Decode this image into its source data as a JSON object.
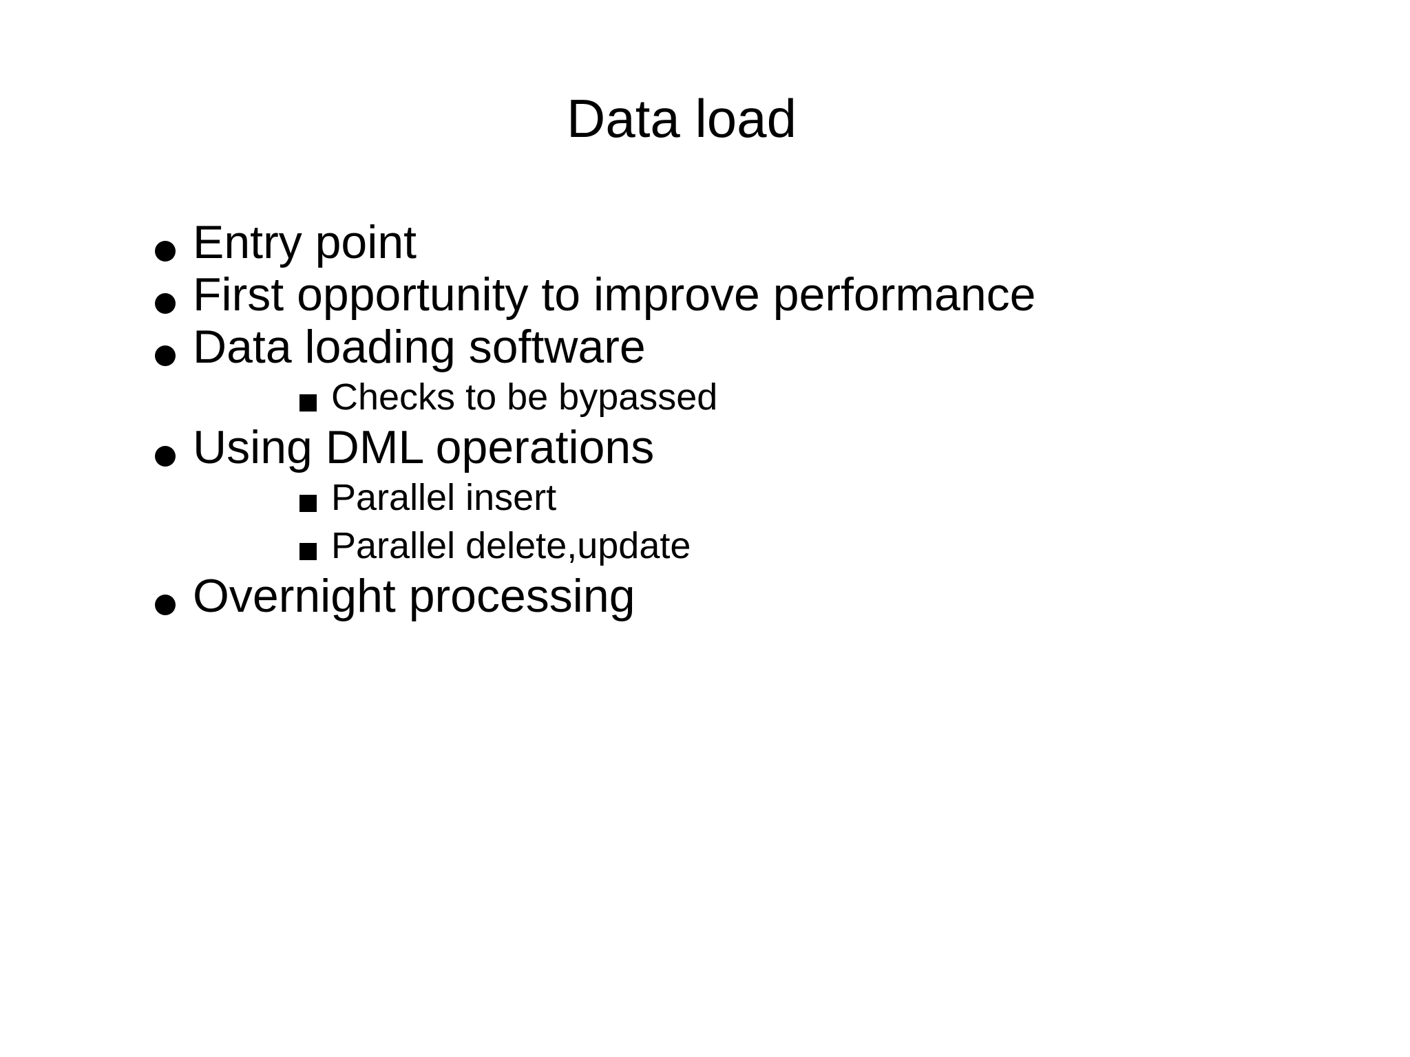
{
  "slide": {
    "title": "Data load",
    "bullets": [
      {
        "level": 1,
        "text": "Entry point"
      },
      {
        "level": 1,
        "text": "First opportunity to improve performance"
      },
      {
        "level": 1,
        "text": "Data loading software"
      },
      {
        "level": 2,
        "text": "Checks to be bypassed"
      },
      {
        "level": 1,
        "text": "Using DML operations"
      },
      {
        "level": 2,
        "text": "Parallel insert"
      },
      {
        "level": 2,
        "text": "Parallel delete,update"
      },
      {
        "level": 1,
        "text": "Overnight processing"
      }
    ],
    "colors": {
      "background": "#ffffff",
      "text": "#000000"
    }
  }
}
